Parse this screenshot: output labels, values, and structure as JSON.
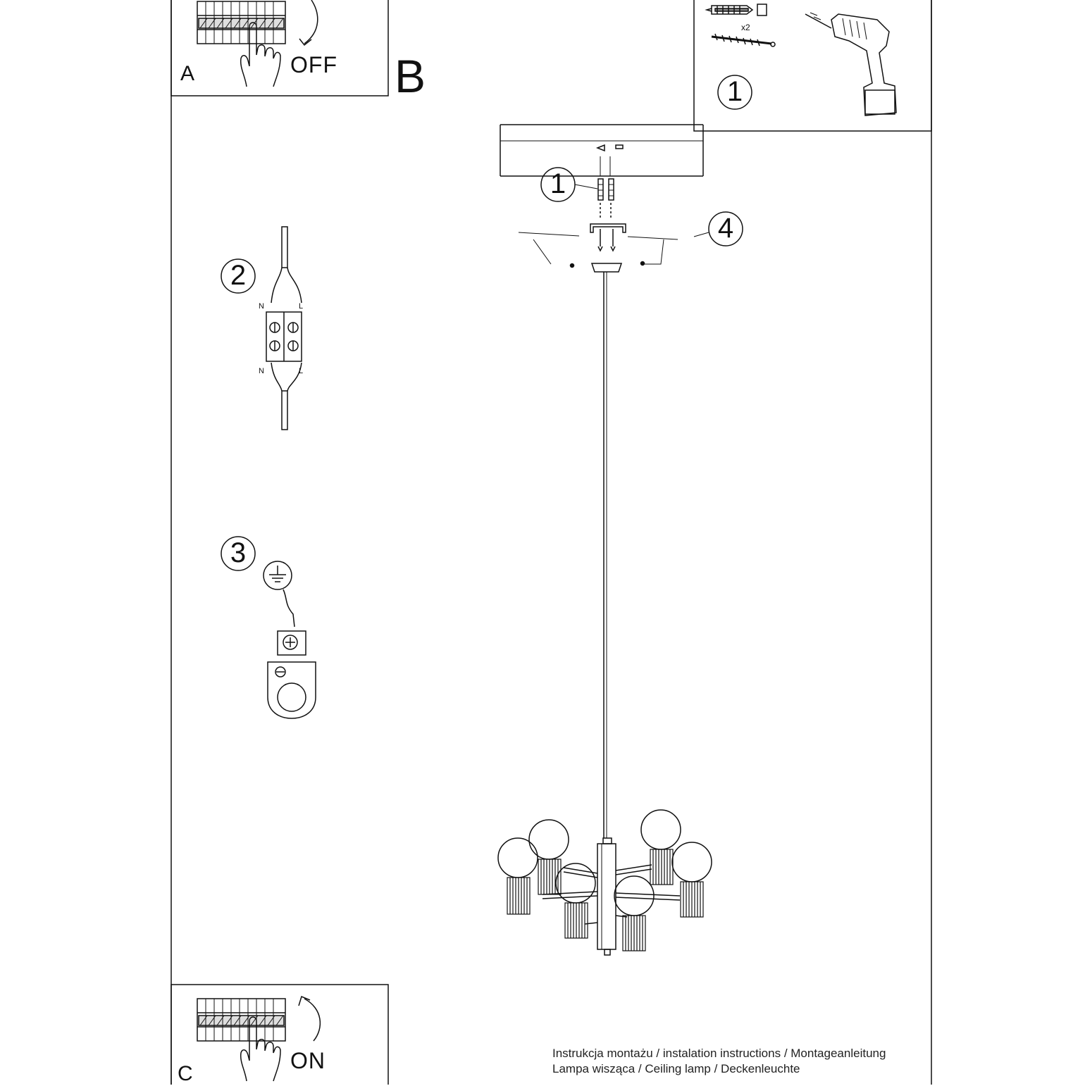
{
  "panel_a": {
    "letter": "A",
    "word": "OFF"
  },
  "panel_b": {
    "letter": "B"
  },
  "panel_c": {
    "letter": "C",
    "word": "ON"
  },
  "tools_box": {
    "step": "1",
    "quantity": "x2"
  },
  "steps": {
    "mount": "1",
    "wiring": "2",
    "earth": "3",
    "cover": "4"
  },
  "wiring_labels": {
    "n_top": "N",
    "l_top": "L",
    "n_bottom": "N",
    "l_bottom": "L"
  },
  "footer": {
    "line1": "Instrukcja montażu / instalation instructions / Montageanleitung",
    "line2": "Lampa wisząca / Ceiling lamp / Deckenleuchte"
  }
}
